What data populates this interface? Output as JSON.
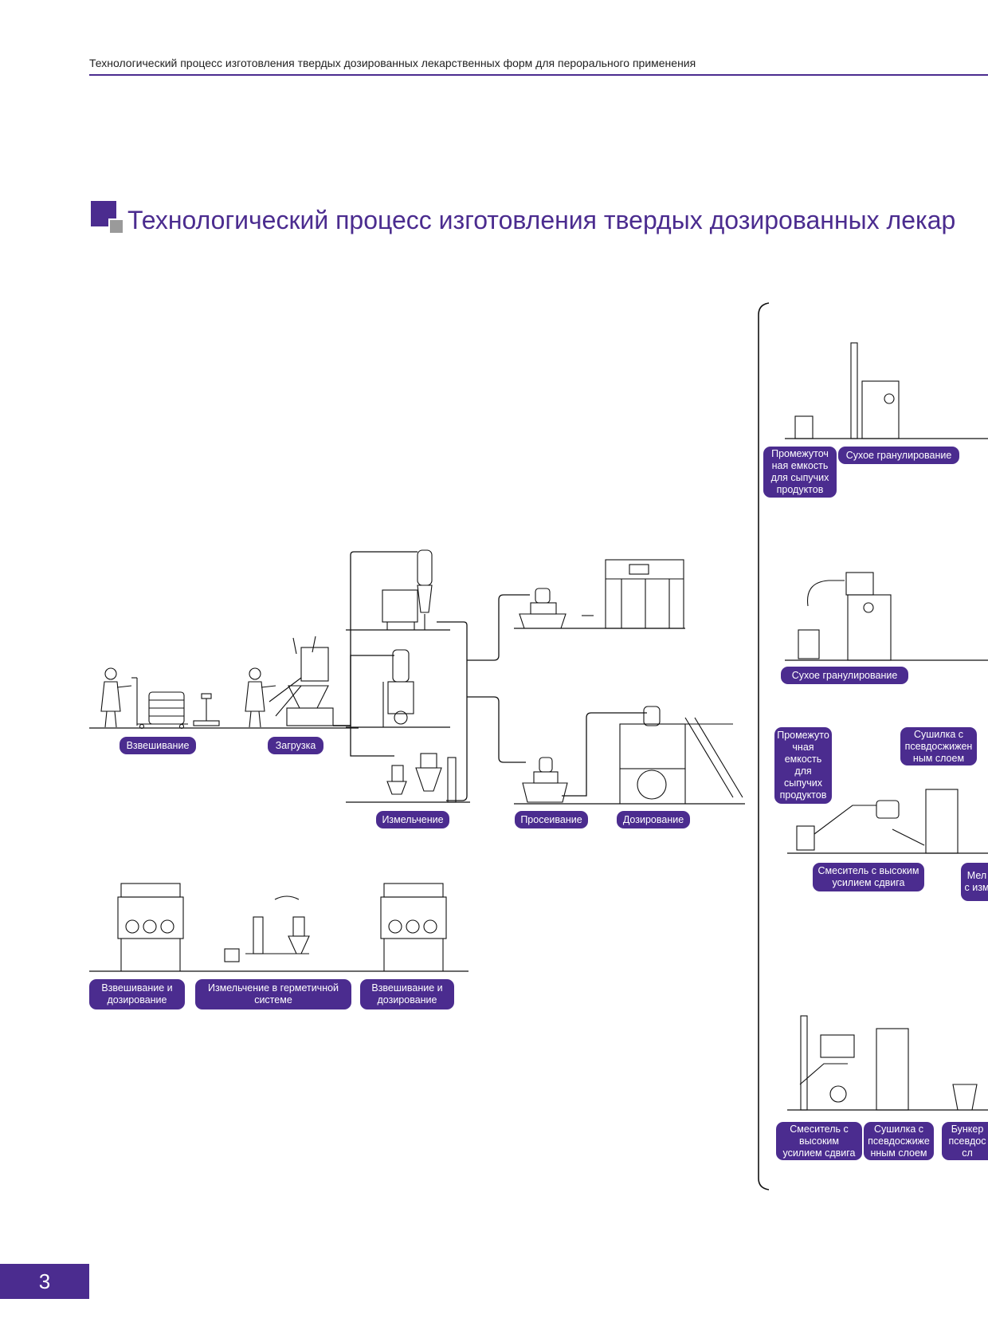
{
  "header": {
    "text": "Технологический процесс изготовления твердых дозированных лекарственных форм для перорального применения"
  },
  "page_title": "Технологический процесс изготовления твердых дозированных лекар",
  "labels": {
    "weighing": "Взвешивание",
    "loading": "Загрузка",
    "milling": "Измельчение",
    "sieving": "Просеивание",
    "dosing": "Дозирование",
    "weigh_dose_1": "Взвешивание и дозирование",
    "closed_milling": "Измельчение в герметичной системе",
    "weigh_dose_2": "Взвешивание и дозирование",
    "ibc_1": "Промежуточ ная емкость для сыпучих продуктов",
    "dry_gran_1": "Сухое гранулирование",
    "dry_gran_2": "Сухое гранулирование",
    "ibc_2": "Промежуто чная емкость для сыпучих продуктов",
    "fbd_1": "Сушилка с псевдосжижен ным слоем",
    "hsm_1": "Смеситель с высоким усилием сдвига",
    "mill_partial": "Мел с изм",
    "hsm_2": "Смеситель с высоким усилием сдвига",
    "fbd_2": "Сушилка с псевдосжиже нным слоем",
    "bunker_partial": "Бункер псевдос сл"
  },
  "page_number": "3",
  "colors": {
    "accent": "#4b2c8f",
    "gray": "#9a9a9a",
    "line": "#111111"
  }
}
